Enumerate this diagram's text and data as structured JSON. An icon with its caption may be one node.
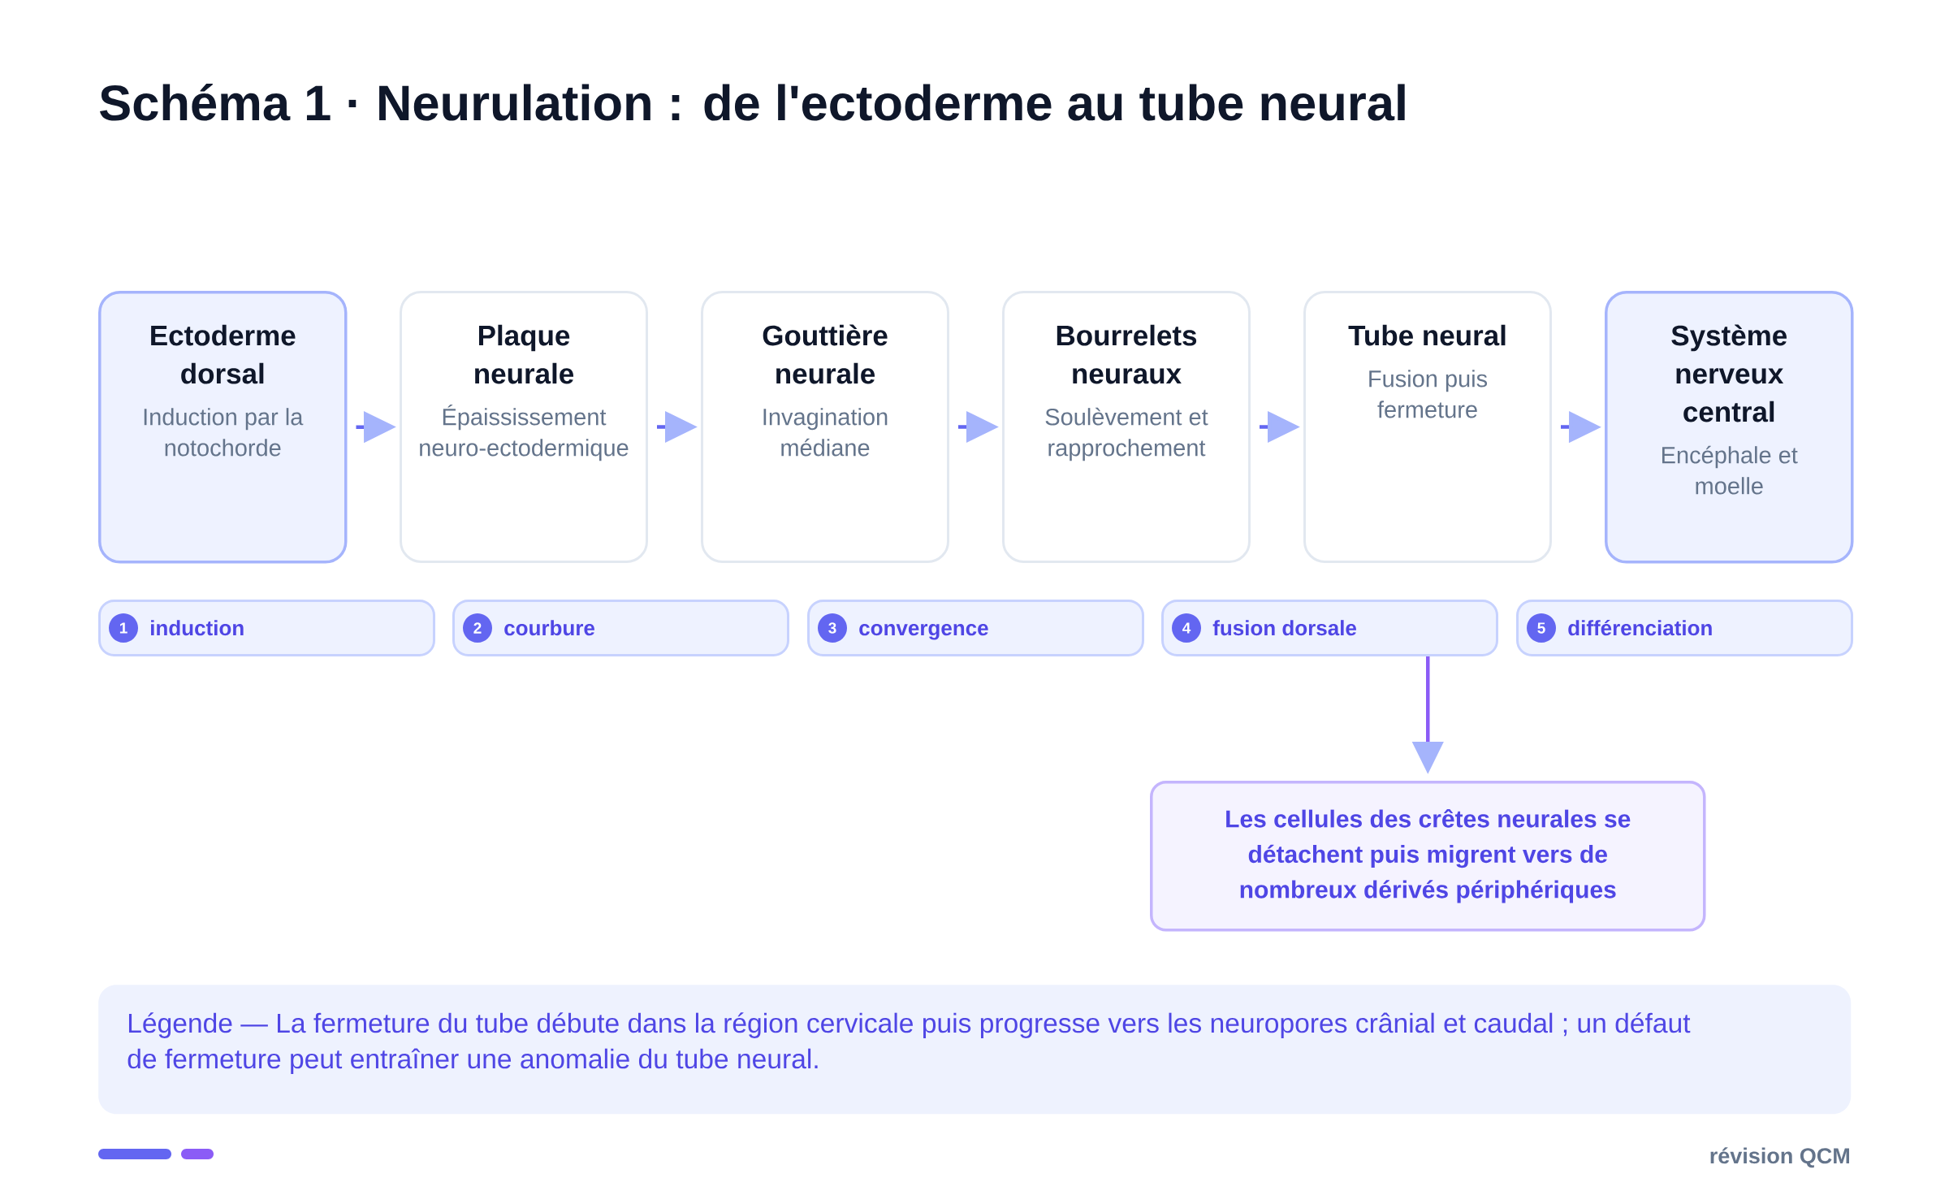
{
  "diagram": {
    "title": "Schéma 1 · Neurulation : de l'ectoderme au tube neural",
    "nodes": [
      {
        "text": [
          "Ectoderme dorsal",
          "Induction par la notochorde"
        ]
      },
      {
        "text": [
          "Plaque neurale",
          "Épaississement neuro-ectodermique"
        ]
      },
      {
        "text": [
          "Gouttière neurale",
          "Invagination médiane"
        ]
      },
      {
        "text": [
          "Bourrelets neuraux",
          "Soulèvement et rapprochement"
        ]
      },
      {
        "text": [
          "Tube neural",
          "Fusion puis fermeture"
        ]
      },
      {
        "text": [
          "Système nerveux central",
          "Encéphale et moelle"
        ]
      },
      {
        "text": [
          "induction"
        ]
      },
      {
        "text": [
          "1"
        ],
        "in": 6
      },
      {
        "text": [
          "courbure"
        ]
      },
      {
        "text": [
          "2"
        ],
        "in": 8
      },
      {
        "text": [
          "convergence"
        ]
      },
      {
        "text": [
          "3"
        ],
        "in": 10
      },
      {
        "text": [
          "fusion dorsale"
        ]
      },
      {
        "text": [
          "4"
        ],
        "in": 12
      },
      {
        "text": [
          "différenciation"
        ]
      },
      {
        "text": [
          "5"
        ],
        "in": 14
      },
      {
        "text": [
          "Les cellules des crêtes neurales se détachent puis migrent vers de nombreux dérivés périphériques"
        ]
      },
      {
        "text": [
          "Légende — La fermeture du tube débute dans la région cervicale puis progresse vers les neuropores crânial et caudal ; un défaut de fermeture peut entraîner une anomalie du tube neural."
        ]
      }
    ],
    "edges": [
      {
        "from": 0,
        "to": 1,
        "arrow": "to"
      },
      {
        "from": 1,
        "to": 2,
        "arrow": "to"
      },
      {
        "from": 2,
        "to": 3,
        "arrow": "to"
      },
      {
        "from": 3,
        "to": 4,
        "arrow": "to"
      },
      {
        "from": 4,
        "to": 5,
        "arrow": "to"
      },
      {
        "from": 12,
        "to": 16,
        "arrow": "to",
        "color": "#8b5cf6"
      }
    ],
    "labels": [
      "révision QCM"
    ]
  }
}
